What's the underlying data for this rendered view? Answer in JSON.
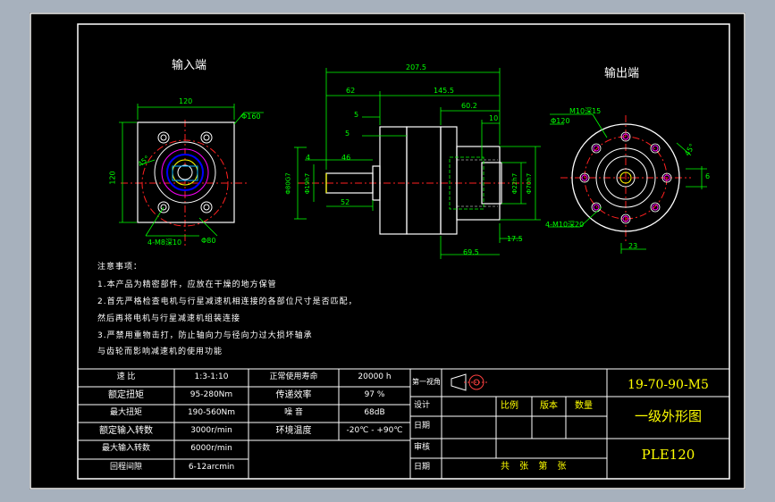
{
  "titles": {
    "input_end": "输入端",
    "output_end": "输出端"
  },
  "dims_side": {
    "overall": "207.5",
    "d62": "62",
    "d145": "145.5",
    "d60": "60.2",
    "d10": "10",
    "d5a": "5",
    "d5b": "5",
    "d4": "4",
    "d46": "46",
    "d52": "52",
    "d17": "17.5",
    "d69": "69.5",
    "dia19": "Φ19h7",
    "dia80": "Φ80G7",
    "dia22": "Φ22h7",
    "dia70": "Φ70h7"
  },
  "dims_input": {
    "w120": "120",
    "h120": "120",
    "pcd": "Φ160",
    "ang": "45°",
    "holes": "4-M8深10",
    "pilot": "Φ80"
  },
  "dims_output": {
    "thread": "M10深15",
    "pcd": "Φ120",
    "ang": "45°",
    "dim6": "6",
    "dim23": "23",
    "holes": "4-M10深20"
  },
  "notes": {
    "title": "注意事项：",
    "lines": [
      "1.本产品为精密部件，应放在干燥的地方保管",
      "2.首先严格检查电机与行星减速机相连接的各部位尺寸是否匹配，",
      "然后再将电机与行星减速机组装连接",
      "3.严禁用重物击打，防止轴向力与径向力过大损坏轴承",
      "与齿轮而影响减速机的使用功能"
    ]
  },
  "spec_table": {
    "rows": [
      [
        "速 比",
        "1:3-1:10",
        "正常使用寿命",
        "20000 h"
      ],
      [
        "额定扭矩",
        "95-280Nm",
        "传递效率",
        "97 %"
      ],
      [
        "最大扭矩",
        "190-560Nm",
        "噪 音",
        "68dB"
      ],
      [
        "额定输入转数",
        "3000r/min",
        "环境温度",
        "-20℃ - +90℃"
      ],
      [
        "最大输入转数",
        "6000r/min",
        "",
        ""
      ],
      [
        "回程间隙",
        "6-12arcmin",
        "",
        ""
      ]
    ]
  },
  "title_block": {
    "projection": "第一视角",
    "roles": [
      "设计",
      "日期",
      "审核",
      "日期"
    ],
    "headers": [
      "比例",
      "版本",
      "数量"
    ],
    "sheet": "共 张 第 张",
    "model": "19-70-90-M5",
    "name": "一级外形图",
    "product": "PLE120"
  },
  "colors": {
    "frame": "#ffffff",
    "dim": "#00ff00",
    "part": "#ffffff",
    "center": "#ff2020",
    "text": "#ffffff",
    "title_yellow": "#ffff00",
    "hole": "#ff00ff",
    "bore": "#0000ff"
  }
}
